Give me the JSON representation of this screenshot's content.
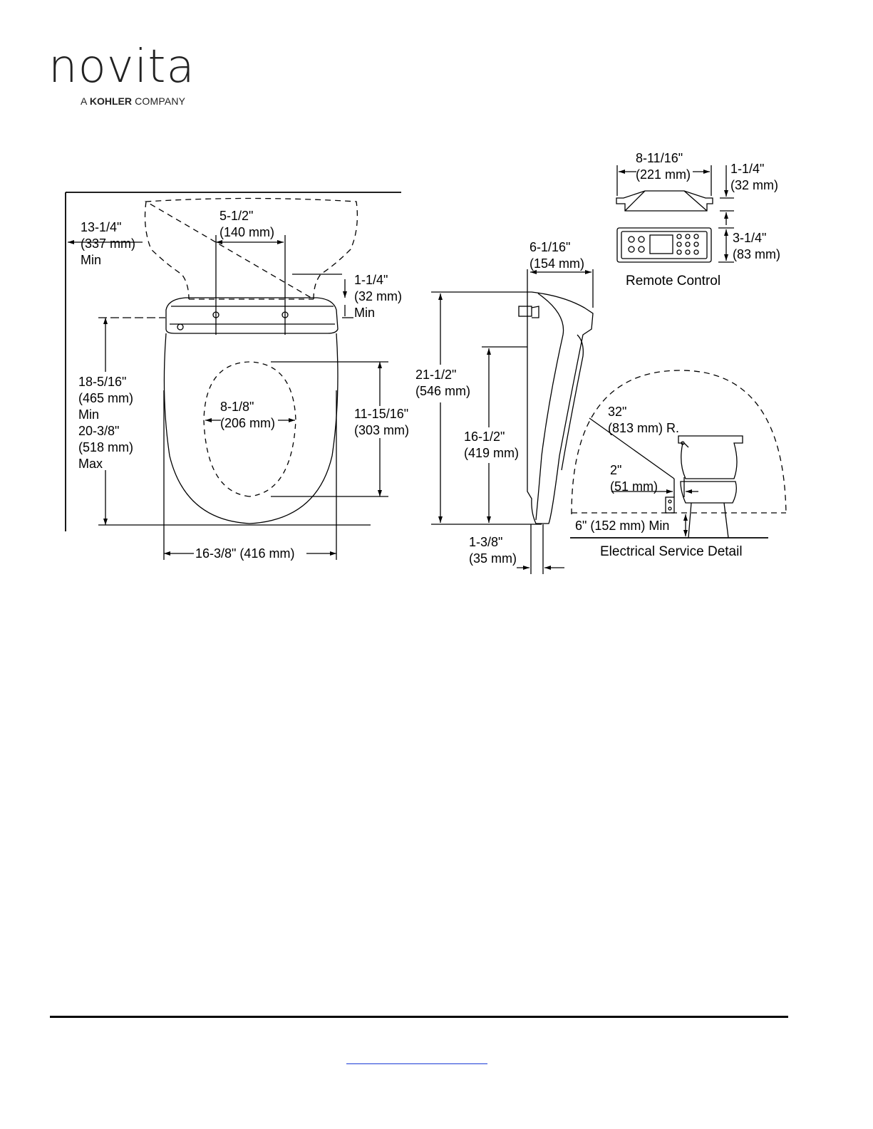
{
  "brand": {
    "name": "novita",
    "tagline_prefix": "A",
    "tagline_bold": "KOHLER",
    "tagline_suffix": "COMPANY"
  },
  "top_view": {
    "depth_min": [
      "13-1/4\"",
      "(337 mm)",
      "Min"
    ],
    "hole_spacing": [
      "5-1/2\"",
      "(140 mm)"
    ],
    "clearance_min": [
      "1-1/4\"",
      "(32 mm)",
      "Min"
    ],
    "length": [
      "18-5/16\"",
      "(465 mm)",
      "Min",
      "20-3/8\"",
      "(518 mm)",
      "Max"
    ],
    "opening_width": [
      "8-1/8\"",
      "(206 mm)"
    ],
    "opening_length": [
      "11-15/16\"",
      "(303 mm)"
    ],
    "overall_width": "16-3/8\" (416 mm)"
  },
  "side_view": {
    "depth": [
      "6-1/16\"",
      "(154 mm)"
    ],
    "overall_height": [
      "21-1/2\"",
      "(546 mm)"
    ],
    "lower_height": [
      "16-1/2\"",
      "(419 mm)"
    ],
    "thickness": [
      "1-3/8\"",
      "(35 mm)"
    ]
  },
  "remote_control": {
    "width": [
      "8-11/16\"",
      "(221 mm)"
    ],
    "thickness": [
      "1-1/4\"",
      "(32 mm)"
    ],
    "height": [
      "3-1/4\"",
      "(83 mm)"
    ],
    "caption": "Remote Control"
  },
  "electrical_detail": {
    "radius": [
      "32\"",
      "(813 mm) R."
    ],
    "offset": [
      "2\"",
      "(51 mm)"
    ],
    "outlet_height": "6\" (152 mm) Min",
    "caption": "Electrical Service Detail"
  }
}
